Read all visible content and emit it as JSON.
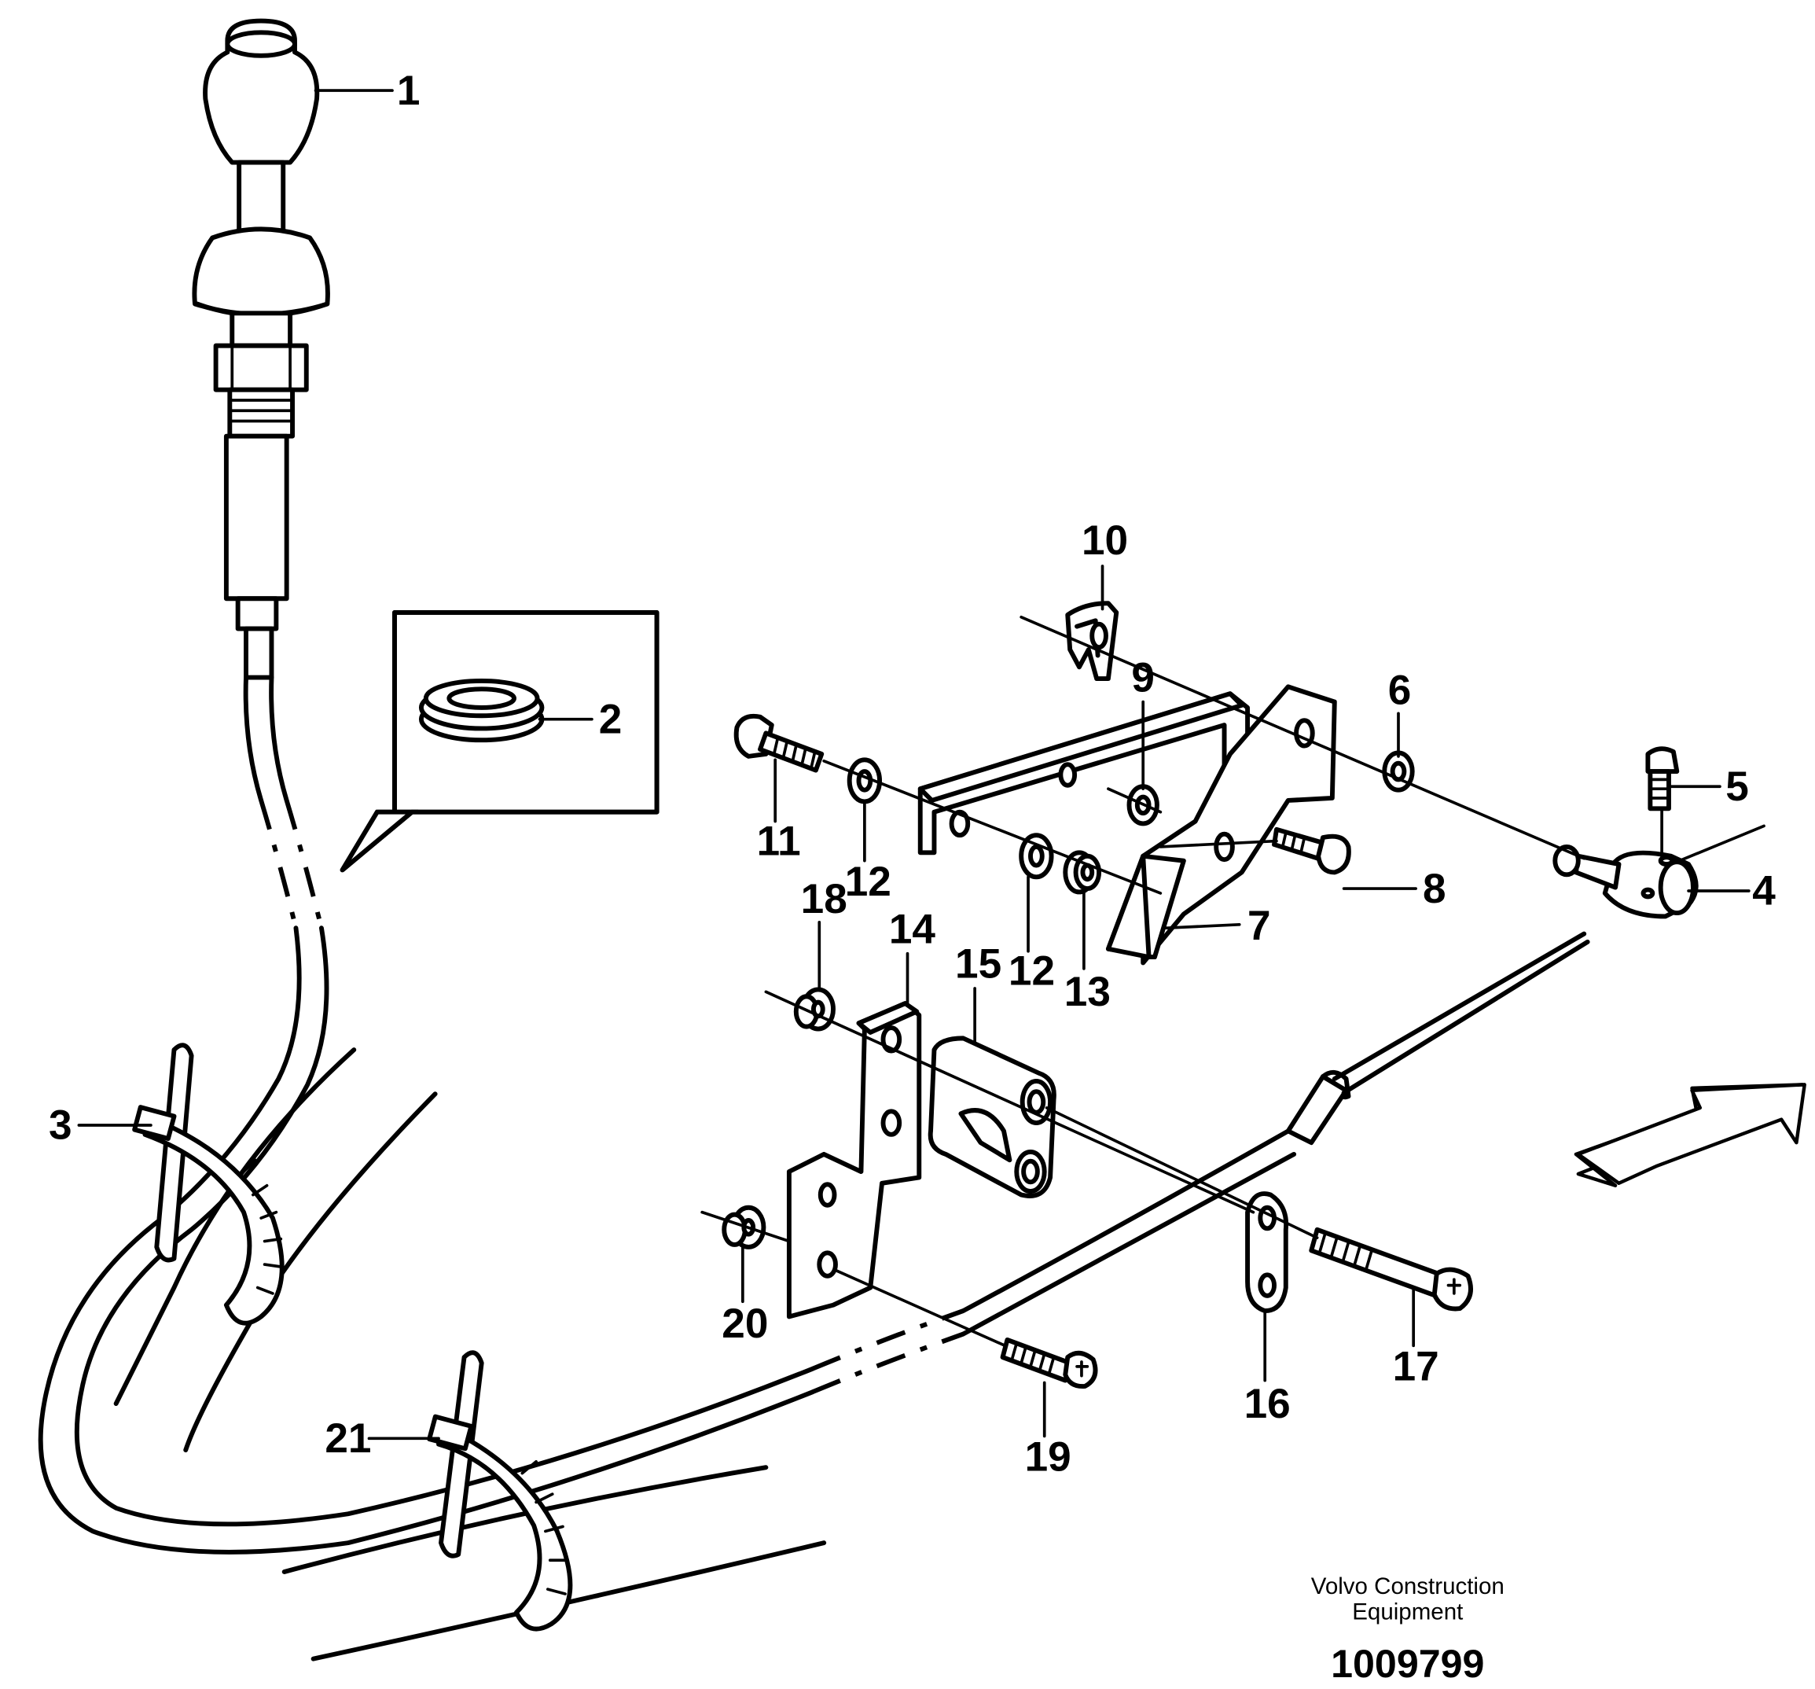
{
  "callouts": [
    {
      "id": "c1",
      "text": "1"
    },
    {
      "id": "c2",
      "text": "2"
    },
    {
      "id": "c3",
      "text": "3"
    },
    {
      "id": "c4",
      "text": "4"
    },
    {
      "id": "c5",
      "text": "5"
    },
    {
      "id": "c6",
      "text": "6"
    },
    {
      "id": "c7",
      "text": "7"
    },
    {
      "id": "c8",
      "text": "8"
    },
    {
      "id": "c9",
      "text": "9"
    },
    {
      "id": "c10",
      "text": "10"
    },
    {
      "id": "c11",
      "text": "11"
    },
    {
      "id": "c12a",
      "text": "12"
    },
    {
      "id": "c12b",
      "text": "12"
    },
    {
      "id": "c13",
      "text": "13"
    },
    {
      "id": "c14",
      "text": "14"
    },
    {
      "id": "c15",
      "text": "15"
    },
    {
      "id": "c16",
      "text": "16"
    },
    {
      "id": "c17",
      "text": "17"
    },
    {
      "id": "c18",
      "text": "18"
    },
    {
      "id": "c19",
      "text": "19"
    },
    {
      "id": "c20",
      "text": "20"
    },
    {
      "id": "c21",
      "text": "21"
    }
  ],
  "footer": {
    "line1": "Volvo Construction",
    "line2": "Equipment",
    "doc_number": "1009799"
  }
}
